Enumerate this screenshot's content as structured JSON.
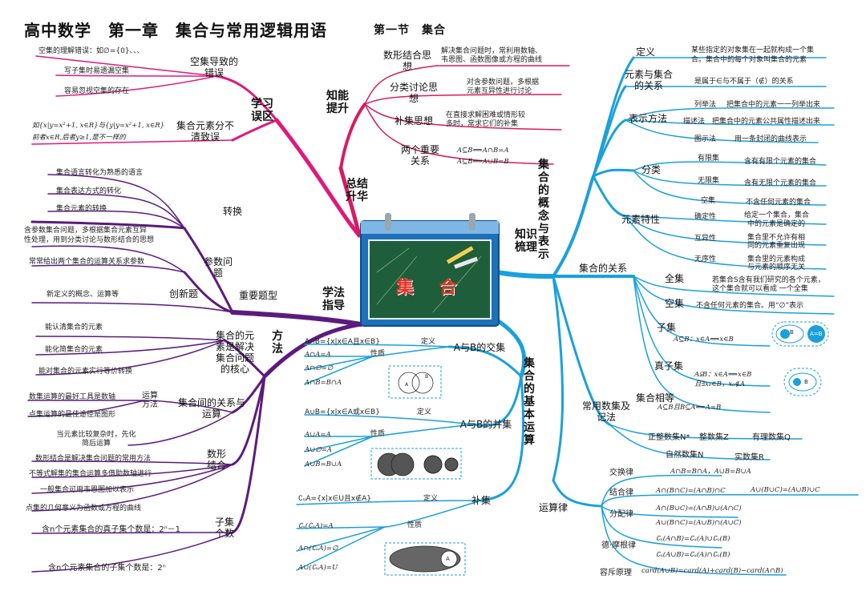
{
  "title": "高中数学　第一章　集合与常用逻辑用语",
  "subtitle": "第一节　集合",
  "center": "集 合",
  "left": {
    "xuexi": "学习误区",
    "kongji": "空集导致的错误",
    "kongji_items": [
      "空集的理解错误：如∅={0}、、、",
      "写子集时易遗漏空集",
      "容易忽视空集的存在"
    ],
    "yuansu": "集合元素分不清致误",
    "yuansu_items": [
      "如{x|y=x²+1, x∈R}与{y|y=x²+1, x∈R}",
      "前者x∈R,后者y≥1,是不一样的"
    ],
    "zongjie": "总结升华",
    "zhineng": "知能提升",
    "sx": [
      "数形结合思想",
      "分类讨论思想",
      "补集思想",
      "两个重要关系"
    ],
    "sx_desc": [
      "解决集合问题时，常利用数轴、",
      "韦恩图、函数图像或方程的曲线",
      "对含参数问题，多根据",
      "元素互异性进行讨论",
      "在直接求解困难或情形较",
      "多时，常求它们的补集"
    ],
    "relations": [
      "A⊆B⟺A∩B=A",
      "A⊆B⟺A∪B=B"
    ],
    "zhuanhuan": "转换",
    "zh_items": [
      "集合语言转化为熟悉的语言",
      "集合表达方式的转化",
      "集合元素的转换"
    ],
    "zhongyao": "重要题型",
    "canshu": "参数问题",
    "canshu_items": [
      "含参数集合问题，多根据集合元素互异",
      "性处理，用到分类讨论与数形结合的思想",
      "常常给出两个集合的运算关系求参数"
    ],
    "chuangxin": "创新题",
    "chuangxin_item": "新定义的概念、运算等",
    "xuefa": "学法指导",
    "fangfa": "方法",
    "hexin": "集合的元素是解决集合问题的核心",
    "hexin_items": [
      "能认清集合的元素",
      "能化简集合的元素",
      "能对集合的元素实行等价转换"
    ],
    "jhjy": "集合间的关系与运算",
    "ysff": "运算方法",
    "ysff_items": [
      "数集运算的最好工具是数轴",
      "点集运算的最佳途径是图形"
    ],
    "fuza": "当元素比较复杂时，先化简后运算",
    "shuxing": "数形结合",
    "sxjh_items": [
      "数形结合是解决集合问题的常用方法",
      "不等式解集的集合运算多借助数轴进行",
      "一般集合可用韦恩图加以表示",
      "点集的几何意义为函数或方程的曲线"
    ],
    "ziji": "子集个数",
    "ziji_items": [
      "含n个元素集合的真子集个数是：2ⁿ－1",
      "含n个元素集合的子集个数是：2ⁿ"
    ]
  },
  "right": {
    "zhishi": "知识梳理",
    "gainian": "集合的概念与表示",
    "dingyi": "定义",
    "dingyi_desc": [
      "某些指定的对象集在一起就构成一个集",
      "合。集合中的每个对象叫集合的元素"
    ],
    "guanxi": "元素与集合的关系",
    "guanxi_desc": "是属于∈与不属于（∉）的关系",
    "biaoshi": "表示方法",
    "bs_items": [
      "列举法",
      "描述法",
      "图示法"
    ],
    "bs_desc": [
      "把集合中的元素一一列举出来",
      "把集合中的元素公共属性描述出来",
      "用一条封闭的曲线表示"
    ],
    "fenlei": "分类",
    "fl_items": [
      "有限集",
      "无限集",
      "空集"
    ],
    "fl_desc": [
      "含有有限个元素的集合",
      "含有无限个元素的集合",
      "不含任何元素的集合"
    ],
    "texing": "元素特性",
    "tx_items": [
      "确定性",
      "互异性",
      "无序性"
    ],
    "tx_desc": [
      "给定一个集合，集合",
      "中的元素是确定的",
      "集合里不允许有相",
      "同的元素重复出现",
      "集合里的元素构成",
      "与元素的顺序无关"
    ],
    "jhgx": "集合的关系",
    "quanji": "全集",
    "quanji_desc": [
      "若集合S含有我们研究的各个元素，",
      "这个集合就可以看成 一个全集"
    ],
    "kong": "空集",
    "kong_desc": "不含任何元素的集合。用“∅”表示",
    "zj": "子集",
    "zj_desc": "A⊆B：x∈A⟹x∈B",
    "zhenzj": "真子集",
    "zhenzj_desc": [
      "A⫋B：x∈A⟹x∈B",
      "且∃x₀∈B，x₀∉A"
    ],
    "xiangdeng": "集合相等",
    "xd_desc": "A⊆B且B⊆A⟺A=B",
    "venn": [
      "A",
      "B",
      "A=B"
    ],
    "changyong": "常用数集及记法",
    "sets": [
      "正整数集N*",
      "整数集Z",
      "有理数集Q",
      "自然数集N",
      "实数集R"
    ],
    "yunsuan": "集合的基本运算",
    "jiaoji": "A与B的交集",
    "bingji": "A与B的并集",
    "buji": "补集",
    "dy": "定义",
    "xingzhi": "性质",
    "jj_def": "A∩B={x|x∈A且x∈B}",
    "jj_props": [
      "A∩A=A",
      "A∩∅=∅",
      "A∩B=B∩A"
    ],
    "bj_def": "A∪B={x|x∈A或x∈B}",
    "bj_props": [
      "A∪A=A",
      "A∪∅=A",
      "A∪B=B∪A"
    ],
    "bu_def": "∁ᵤA={x|x∈U且x∉A}",
    "bu_props": [
      "∁ᵤ(∁ᵤA)=A",
      "A∩(∁ᵤA)=∅",
      "A∪(∁ᵤA)=U"
    ],
    "yunsuanlv": "运算律",
    "laws": [
      "交换律",
      "结合律",
      "分配律",
      "德·摩根律",
      "容斥原理"
    ],
    "law_desc": [
      "A∩B=B∩A，A∪B=B∪A",
      "A∩(B∩C)=(A∩B)∩C",
      "A∪(B∪C)=(A∪B)∪C",
      "A∩(B∪C)=(A∩B)∪(A∩C)",
      "A∪(B∩C)=(A∪B)∩(A∪C)",
      "∁ᵤ(A∩B)=∁ᵤ(A)∪∁ᵤ(B)",
      "∁ᵤ(A∪B)=∁ᵤ(A)∩∁ᵤ(B)",
      "card(A∪B)=card(A)+card(B)−card(A∩B)"
    ]
  }
}
